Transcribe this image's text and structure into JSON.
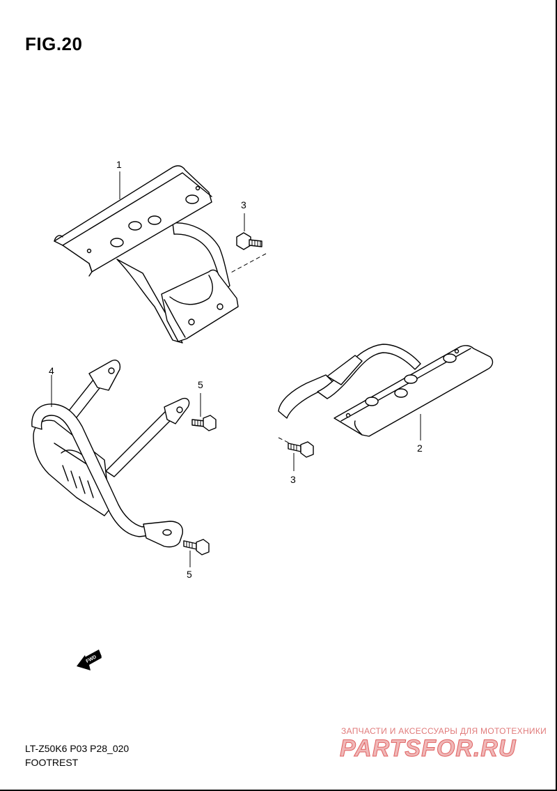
{
  "figure": {
    "title": "FIG.20"
  },
  "callouts": {
    "part_1": "1",
    "part_2": "2",
    "part_3_top": "3",
    "part_3_bottom": "3",
    "part_4": "4",
    "part_5_top": "5",
    "part_5_bottom": "5"
  },
  "fwd_badge": {
    "label": "FWD"
  },
  "footer": {
    "model_code": "LT-Z50K6 P03 P28_020",
    "section_name": "FOOTREST"
  },
  "watermark": {
    "tagline": "ЗАПЧАСТИ И АКСЕССУАРЫ ДЛЯ МОТОТЕХНИКИ",
    "logo": "PARTSFOR.RU"
  }
}
